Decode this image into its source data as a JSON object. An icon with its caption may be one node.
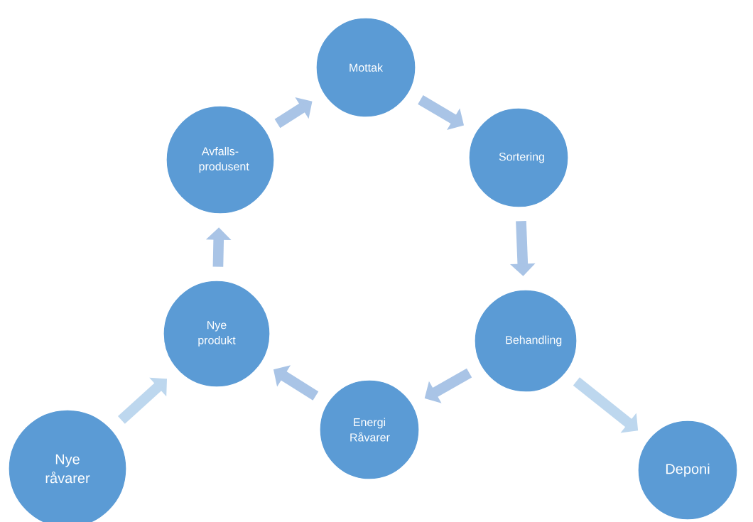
{
  "diagram": {
    "nodes": [
      {
        "text": [
          "Mottak"
        ]
      },
      {
        "text": [
          "Sortering"
        ]
      },
      {
        "text": [
          "Behandling"
        ]
      },
      {
        "text": [
          "Deponi"
        ]
      },
      {
        "text": [
          "Energi Råvarer"
        ]
      },
      {
        "text": [
          "Nye produkt"
        ]
      },
      {
        "text": [
          "Nye råvarer"
        ]
      },
      {
        "text": [
          "Avfalls- produsent"
        ]
      }
    ],
    "edges": [
      {
        "from": 7,
        "to": 0,
        "arrow": "to"
      },
      {
        "from": 0,
        "to": 1,
        "arrow": "to"
      },
      {
        "from": 1,
        "to": 2,
        "arrow": "to"
      },
      {
        "from": 2,
        "to": 4,
        "arrow": "to"
      },
      {
        "from": 4,
        "to": 5,
        "arrow": "to"
      },
      {
        "from": 5,
        "to": 7,
        "arrow": "to"
      },
      {
        "from": 6,
        "to": 5,
        "arrow": "to",
        "color": "#bdd7ee"
      },
      {
        "from": 2,
        "to": 3,
        "arrow": "to",
        "color": "#bdd7ee"
      }
    ]
  }
}
